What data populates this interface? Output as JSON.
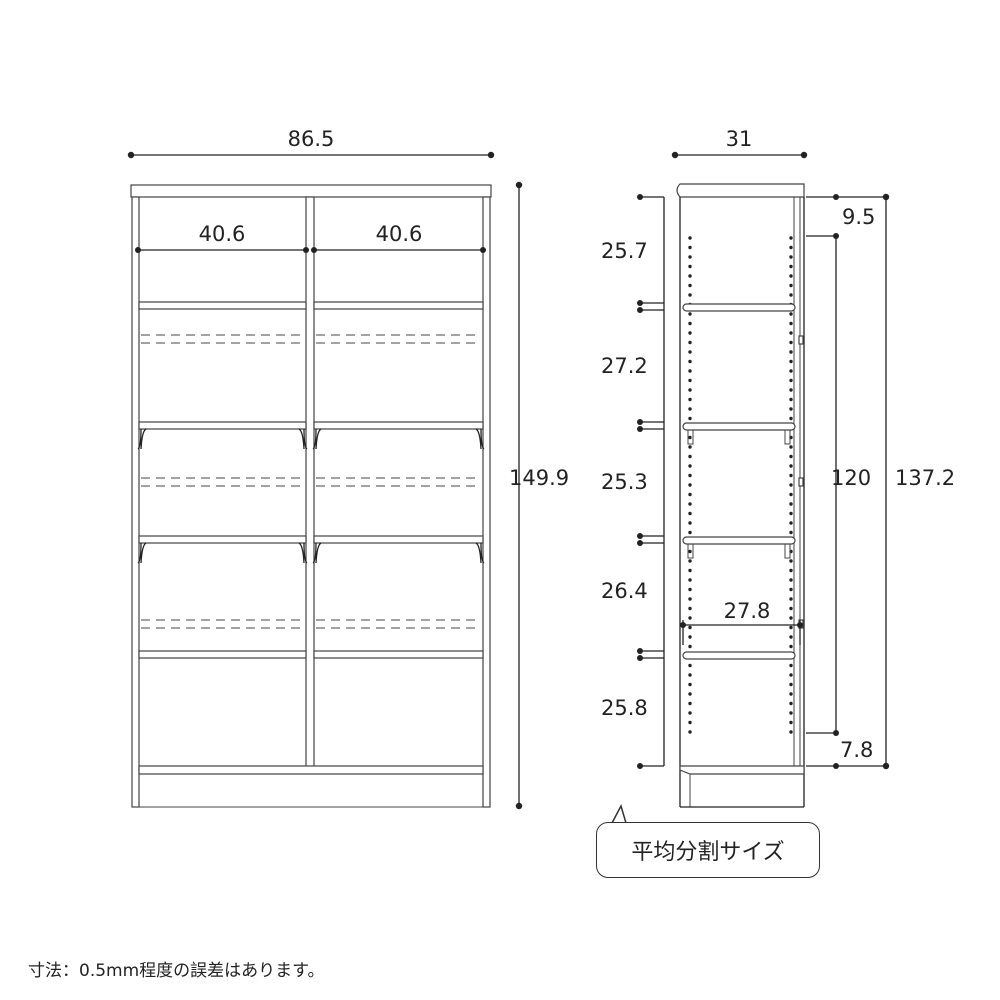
{
  "front_view": {
    "total_width": "86.5",
    "total_height": "149.9",
    "left_inner_width": "40.6",
    "right_inner_width": "40.6"
  },
  "side_view": {
    "depth": "31",
    "shelf_spacings": [
      "25.7",
      "27.2",
      "25.3",
      "26.4",
      "25.8"
    ],
    "top_offset": "9.5",
    "bottom_offset": "7.8",
    "pin_range": "120",
    "inner_height": "137.2",
    "shelf_depth": "27.8"
  },
  "callout": {
    "label": "平均分割サイズ"
  },
  "footnote": {
    "text": "寸法：0.5mm程度の誤差はあります。"
  }
}
